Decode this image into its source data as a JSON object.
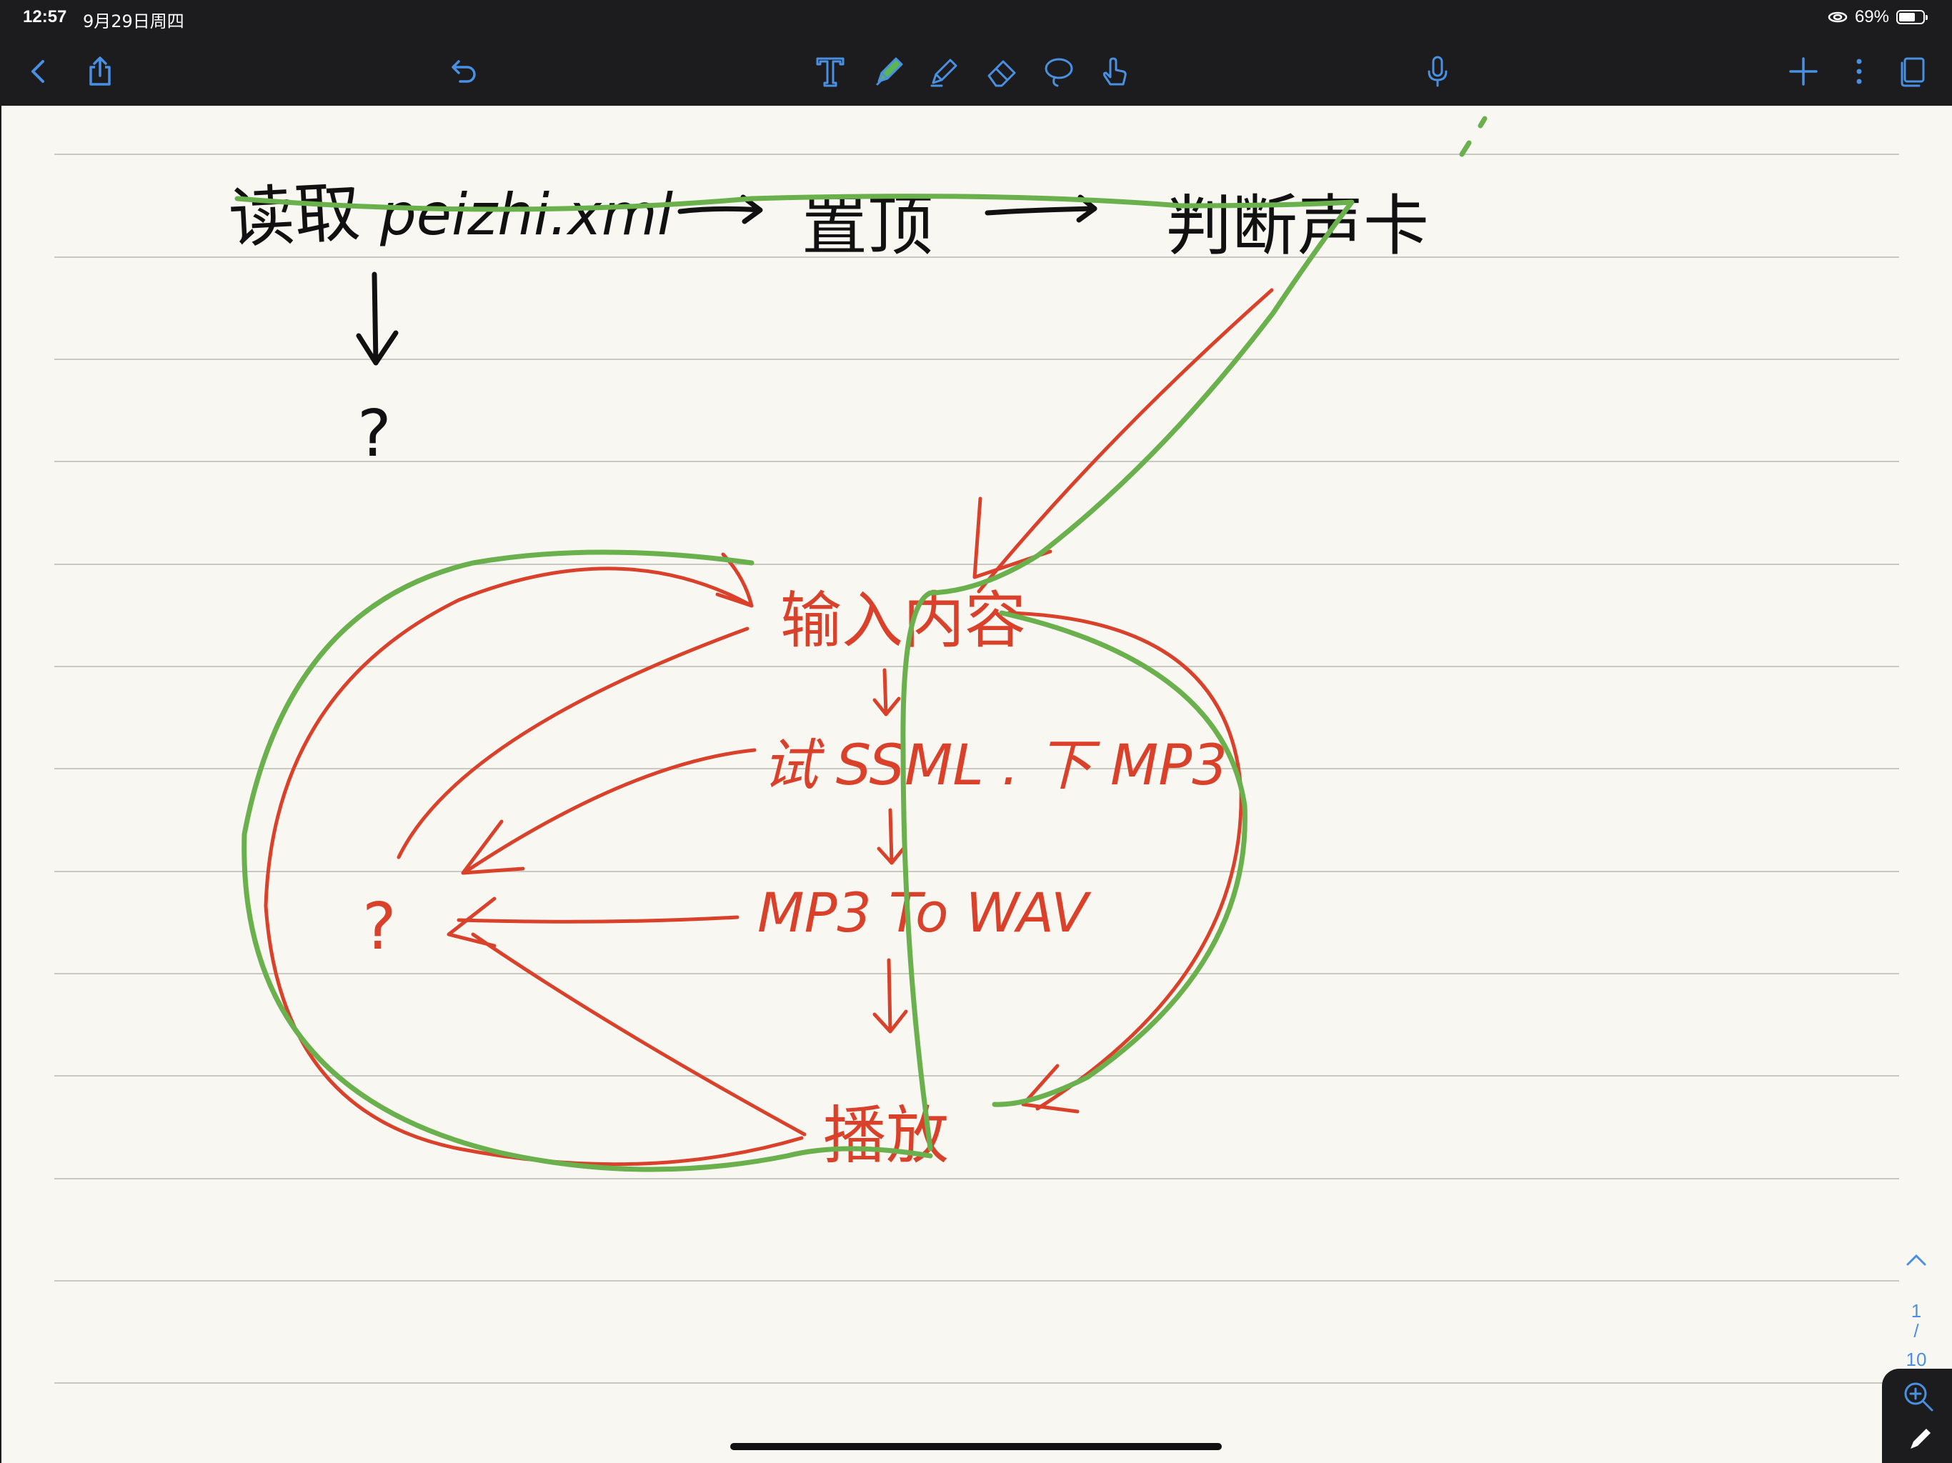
{
  "status_bar": {
    "time": "12:57",
    "date": "9月29日周四",
    "battery": "69%",
    "battery_level": 0.69
  },
  "toolbar": {
    "left_icons": [
      "back-icon",
      "share-icon",
      "undo-icon"
    ],
    "center_icons": [
      "text-tool-icon",
      "pen-icon",
      "highlighter-icon",
      "eraser-icon",
      "lasso-icon",
      "touch-tool-icon"
    ],
    "active_tool": "pen-icon",
    "right_icons": [
      "microphone-icon",
      "add-icon",
      "more-icon",
      "pages-icon"
    ],
    "icon_color": "#4a90e2",
    "active_color": "#5ab552"
  },
  "note": {
    "paper_color": "#f8f7f2",
    "rule_color": "#c9c9c4",
    "ink": {
      "black": "#111111",
      "red": "#d9412a",
      "green": "#6ab04c"
    },
    "handwriting": {
      "row1_read": "读取",
      "row1_file": "peizhi.xml",
      "row1_top": "置顶",
      "row1_judge": "判断声卡",
      "question_top": "?",
      "input": "输入内容",
      "ssml": "试 SSML . 下 MP3",
      "convert": "MP3 To WAV",
      "question_mid": "?",
      "play": "播放"
    }
  },
  "pager": {
    "current": "1",
    "separator": "/",
    "total": "10"
  },
  "zoom_widget": {
    "icons": [
      "zoom-in-icon",
      "pen-mini-icon"
    ]
  }
}
